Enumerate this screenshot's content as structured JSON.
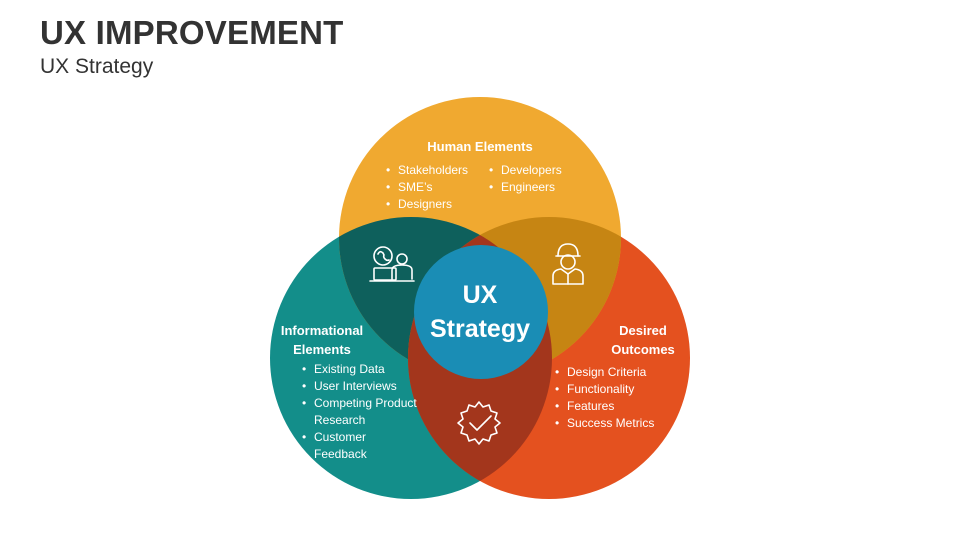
{
  "header": {
    "title": "UX IMPROVEMENT",
    "subtitle": "UX Strategy"
  },
  "colors": {
    "human": "#F0A930",
    "informational": "#138E8A",
    "outcomes": "#E4511F",
    "center": "#1A8DB5"
  },
  "venn": {
    "human": {
      "title": "Human Elements",
      "items_col1": [
        "Stakeholders",
        "SME’s",
        "Designers"
      ],
      "items_col2": [
        "Developers",
        "Engineers"
      ]
    },
    "informational": {
      "title_line1": "Informational",
      "title_line2": "Elements",
      "items": [
        "Existing Data",
        "User Interviews",
        "Competing Product Research",
        "Customer Feedback"
      ]
    },
    "outcomes": {
      "title_line1": "Desired",
      "title_line2": "Outcomes",
      "items": [
        "Design Criteria",
        "Functionality",
        "Features",
        "Success Metrics"
      ]
    },
    "center": {
      "line1": "UX",
      "line2": "Strategy"
    },
    "icons": {
      "human_informational": "support-agent-icon",
      "human_outcomes": "person-icon",
      "informational_outcomes": "gear-check-icon"
    }
  }
}
